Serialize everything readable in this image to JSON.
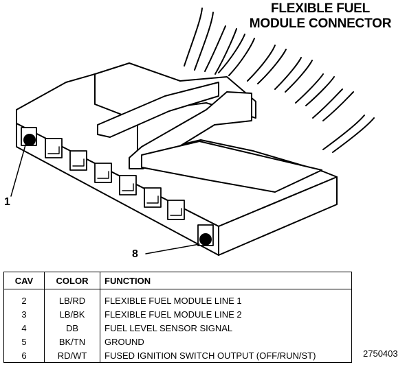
{
  "title": {
    "line1": "FLEXIBLE FUEL",
    "line2": "MODULE CONNECTOR"
  },
  "callouts": {
    "pin1": "1",
    "pin8": "8"
  },
  "table": {
    "headers": {
      "cav": "CAV",
      "color": "COLOR",
      "function": "FUNCTION"
    },
    "rows": [
      {
        "cav": "2",
        "color": "LB/RD",
        "function": "FLEXIBLE FUEL MODULE LINE 1"
      },
      {
        "cav": "3",
        "color": "LB/BK",
        "function": "FLEXIBLE FUEL MODULE LINE 2"
      },
      {
        "cav": "4",
        "color": "DB",
        "function": "FUEL LEVEL SENSOR SIGNAL"
      },
      {
        "cav": "5",
        "color": "BK/TN",
        "function": "GROUND"
      },
      {
        "cav": "6",
        "color": "RD/WT",
        "function": "FUSED IGNITION SWITCH OUTPUT (OFF/RUN/ST)"
      }
    ]
  },
  "figure_id": "2750403"
}
